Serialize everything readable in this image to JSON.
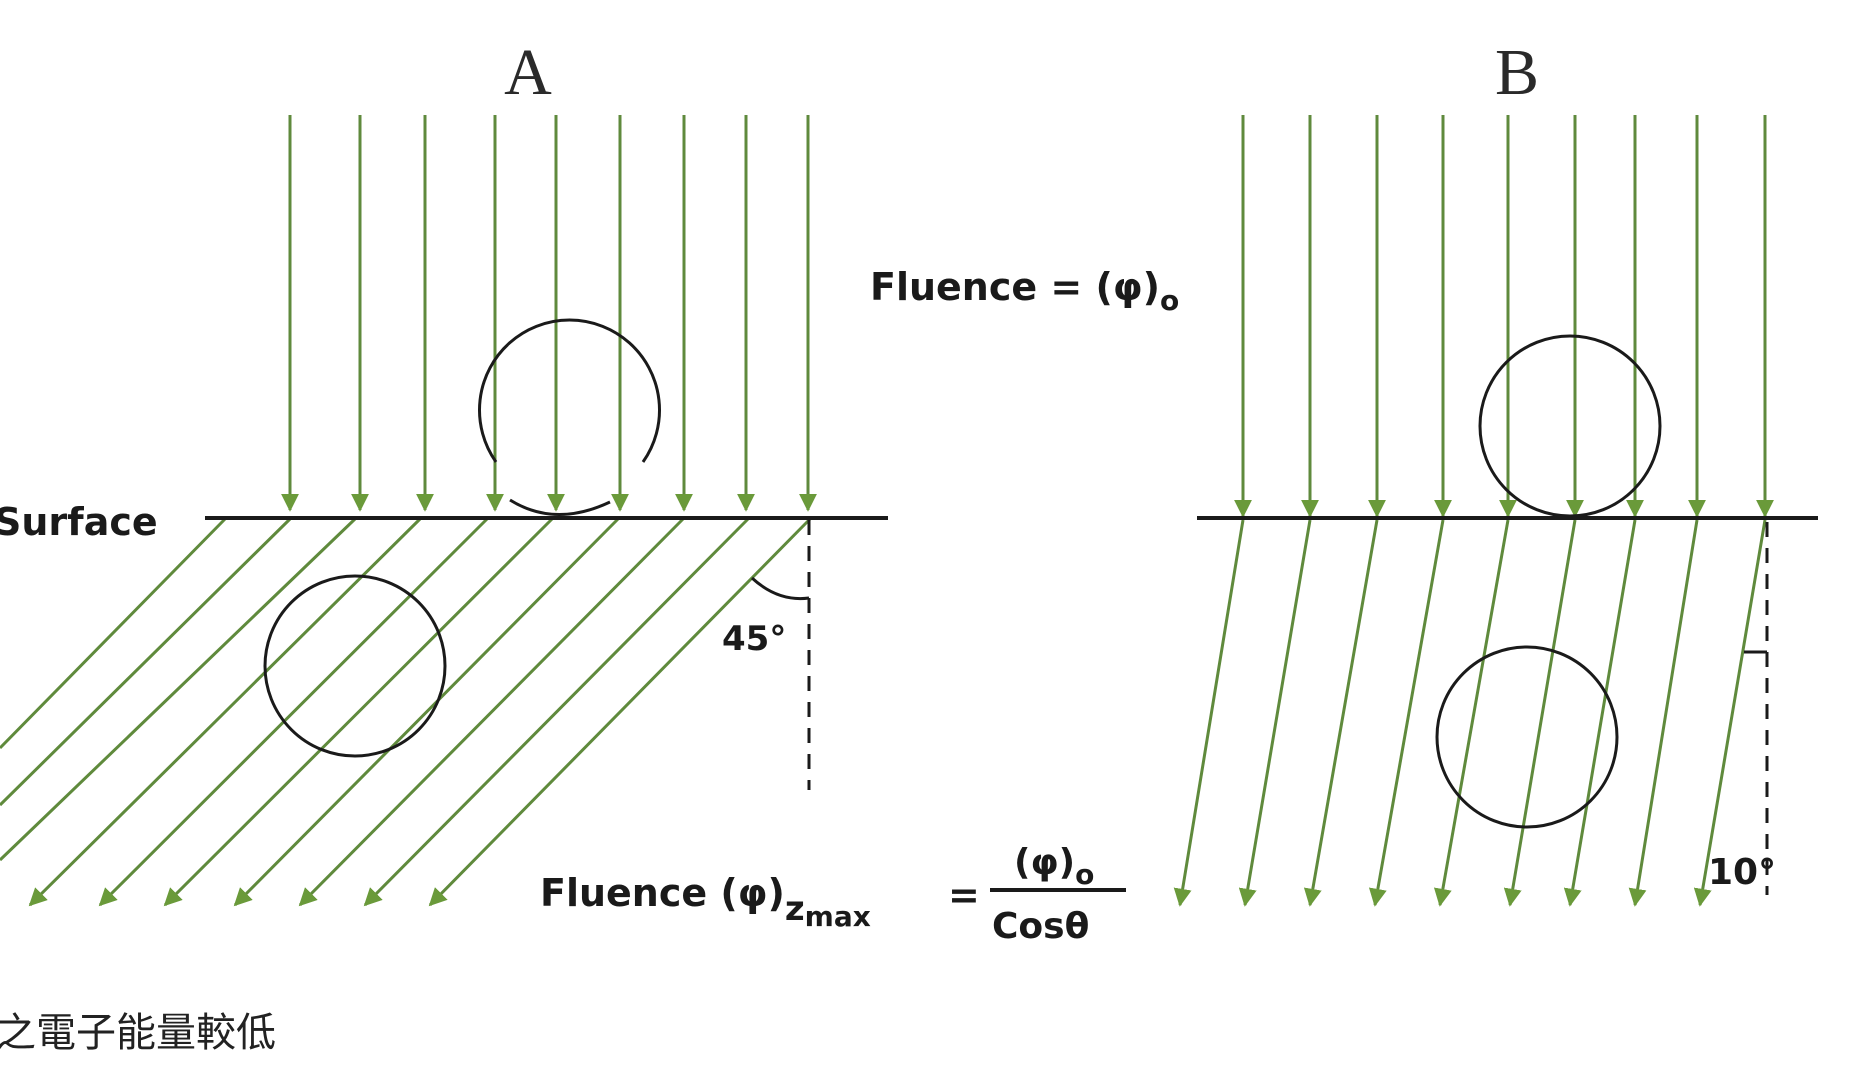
{
  "panels": {
    "a": {
      "label": "A",
      "angle_label": "45°"
    },
    "b": {
      "label": "B",
      "angle_label": "10°"
    }
  },
  "labels": {
    "surface": "Surface",
    "fluence_top_prefix": "Fluence = (",
    "fluence_top_phi": "φ",
    "fluence_top_close": ")",
    "fluence_top_sub": "o",
    "fluence_bottom_prefix": "Fluence (",
    "fluence_bottom_phi": "φ",
    "fluence_bottom_close": ")",
    "fluence_bottom_sub": "z",
    "fluence_bottom_subsub": "max",
    "equals": "=",
    "numerator_open": "(",
    "numerator_phi": "φ",
    "numerator_close": ")",
    "numerator_sub": "o",
    "denominator": "Cosθ"
  },
  "caption": "之電子能量較低",
  "colors": {
    "ray": "#5f8a3c",
    "arrowhead": "#6a9a3a",
    "ink": "#1a1a1a"
  }
}
